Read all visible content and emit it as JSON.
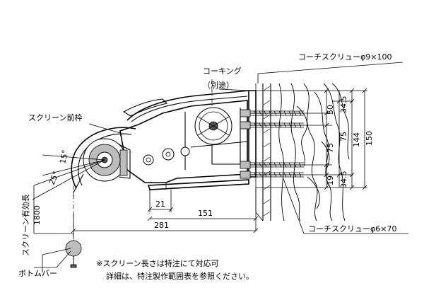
{
  "labels": {
    "caulking": "コーキング",
    "caulking_note": "（別途）",
    "screw_top": "コーチスクリューφ9×100",
    "screw_bottom": "コーチスクリューφ6×70",
    "front_frame": "スクリーン前枠",
    "screen_length": "スクリーン有効長",
    "screen_length_value": "1800",
    "bottom_bar": "ボトムバー"
  },
  "dimensions": {
    "d_50": "50",
    "d_34_5_top": "34.5",
    "d_75_inner": "75",
    "d_75_outer": "75",
    "d_144": "144",
    "d_150": "150",
    "d_19": "19",
    "d_34_5_bottom": "34.5",
    "d_21": "21",
    "d_151": "151",
    "d_281": "281"
  },
  "angles": {
    "a_15": "15°",
    "a_25": "25°"
  },
  "notes": {
    "line1": "※スクリーン長さは特注にて対応可",
    "line2": "詳細は、特注製作範囲表を参照ください。"
  }
}
